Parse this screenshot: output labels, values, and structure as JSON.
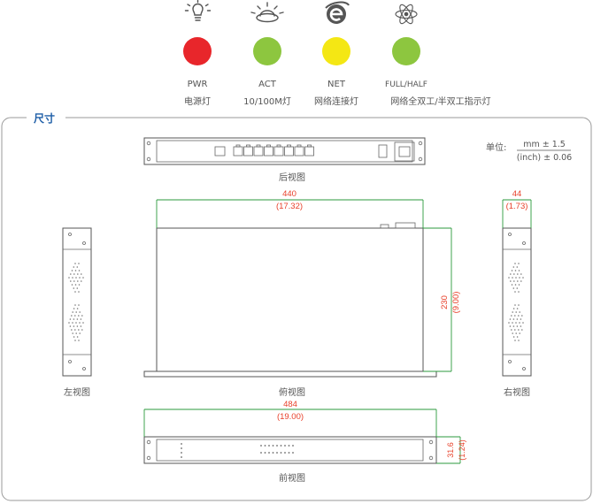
{
  "legend": {
    "indicators": [
      {
        "icon": "lightbulb-icon",
        "color": "#e8262b",
        "name": "PWR",
        "desc": "电源灯"
      },
      {
        "icon": "activity-lamp-icon",
        "color": "#8dc63f",
        "name": "ACT",
        "desc": "10/100M灯"
      },
      {
        "icon": "internet-e-icon",
        "color": "#f4e714",
        "name": "NET",
        "desc": "网络连接灯"
      },
      {
        "icon": "atom-icon",
        "color": "#8dc63f",
        "name": "FULL/HALF",
        "desc": "网络全双工/半双工指示灯"
      }
    ]
  },
  "dimensions": {
    "title": "尺寸",
    "unit_label": "单位:",
    "unit_mm": "mm ± 1.5",
    "unit_inch": "(inch) ± 0.06",
    "views": {
      "rear": "后视图",
      "left": "左视图",
      "top": "俯视图",
      "right": "右视图",
      "front": "前视图"
    },
    "width_mm": "440",
    "width_in": "(17.32)",
    "depth_mm": "230",
    "depth_in": "(9.00)",
    "side_mm": "44",
    "side_in": "(1.73)",
    "overall_mm": "484",
    "overall_in": "(19.00)",
    "height_mm": "31.6",
    "height_in": "(1.24)"
  },
  "colors": {
    "frame": "#9a9a9a",
    "title": "#1f5fa8",
    "dimension_text": "#e8402a",
    "dimension_line": "#2b9a3c"
  }
}
